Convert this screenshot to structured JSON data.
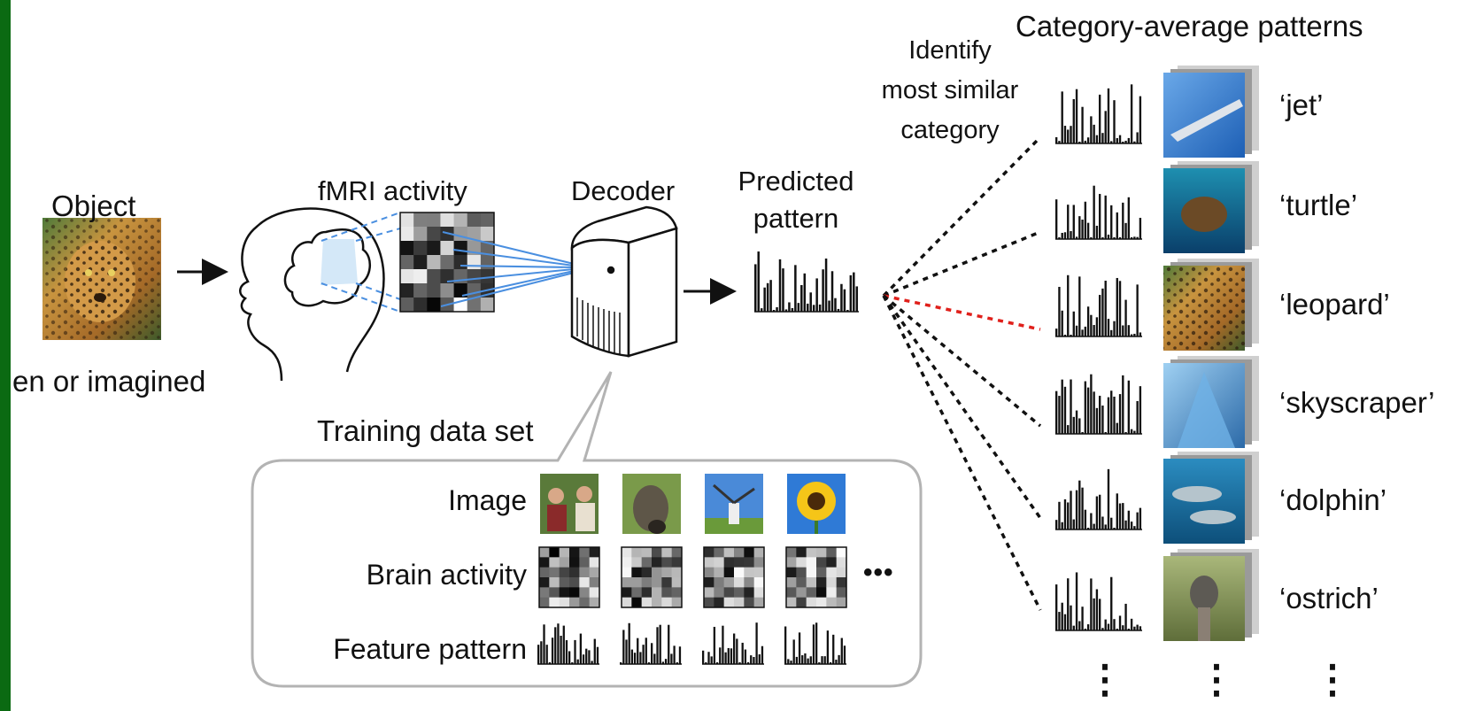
{
  "object": {
    "title": "Object",
    "caption": "en or imagined",
    "photo_icon": "leopard-photo"
  },
  "fmri": {
    "title": "fMRI activity"
  },
  "decoder": {
    "title": "Decoder"
  },
  "predicted": {
    "title_line1": "Predicted",
    "title_line2": "pattern"
  },
  "identify": {
    "line1": "Identify",
    "line2": "most similar",
    "line3": "category"
  },
  "categories": {
    "title": "Category-average patterns",
    "items": [
      {
        "label": "‘jet’",
        "icon": "jet-photo"
      },
      {
        "label": "‘turtle’",
        "icon": "turtle-photo"
      },
      {
        "label": "‘leopard’",
        "icon": "leopard-photo",
        "selected": true
      },
      {
        "label": "‘skyscraper’",
        "icon": "skyscraper-photo"
      },
      {
        "label": "‘dolphin’",
        "icon": "dolphin-photo"
      },
      {
        "label": "‘ostrich’",
        "icon": "ostrich-photo"
      }
    ],
    "ellipsis": "⋮"
  },
  "training": {
    "title": "Training data set",
    "row_image": "Image",
    "row_brain": "Brain activity",
    "row_feature": "Feature pattern",
    "more": "•••",
    "photos": [
      "people-photo",
      "dog-photo",
      "windmill-photo",
      "sunflower-photo"
    ]
  },
  "colors": {
    "edge_bar": "#0b6a12",
    "match_line": "#e0201b",
    "fmri_lines": "#4a8fe0",
    "box_border": "#b3b3b3"
  }
}
